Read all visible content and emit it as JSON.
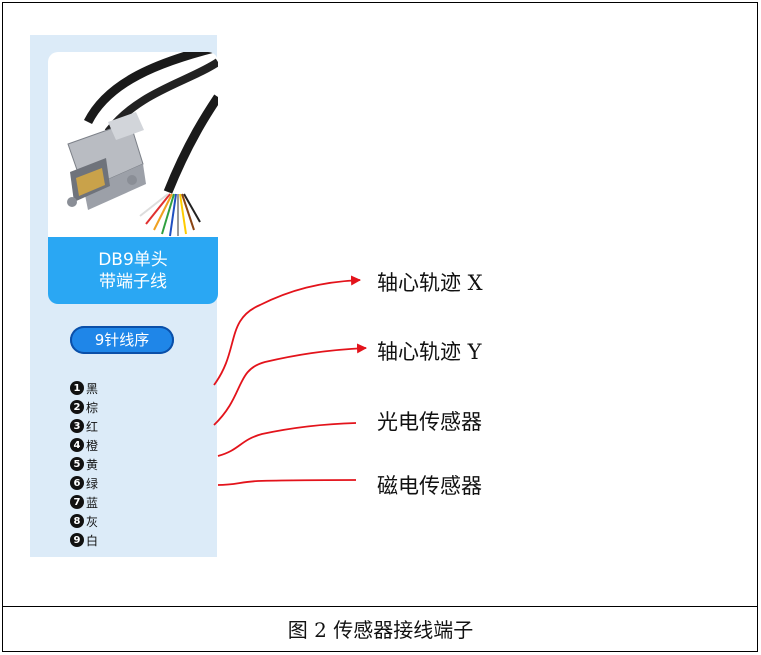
{
  "product": {
    "label_line1": "DB9单头",
    "label_line2": "带端子线",
    "pin_badge": "9针线序",
    "pins": [
      {
        "num": "1",
        "color_name": "黑"
      },
      {
        "num": "2",
        "color_name": "棕"
      },
      {
        "num": "3",
        "color_name": "红"
      },
      {
        "num": "4",
        "color_name": "橙"
      },
      {
        "num": "5",
        "color_name": "黄"
      },
      {
        "num": "6",
        "color_name": "绿"
      },
      {
        "num": "7",
        "color_name": "蓝"
      },
      {
        "num": "8",
        "color_name": "灰"
      },
      {
        "num": "9",
        "color_name": "白"
      }
    ]
  },
  "signals": {
    "axis_x": "轴心轨迹 X",
    "axis_y": "轴心轨迹 Y",
    "photoelectric": "光电传感器",
    "magnetic": "磁电传感器"
  },
  "caption": "图 2 传感器接线端子",
  "colors": {
    "connector_line": "#e3131b",
    "panel_bg": "#dcebf8",
    "label_blue": "#2aa7f3",
    "badge_blue": "#1f86e8"
  }
}
